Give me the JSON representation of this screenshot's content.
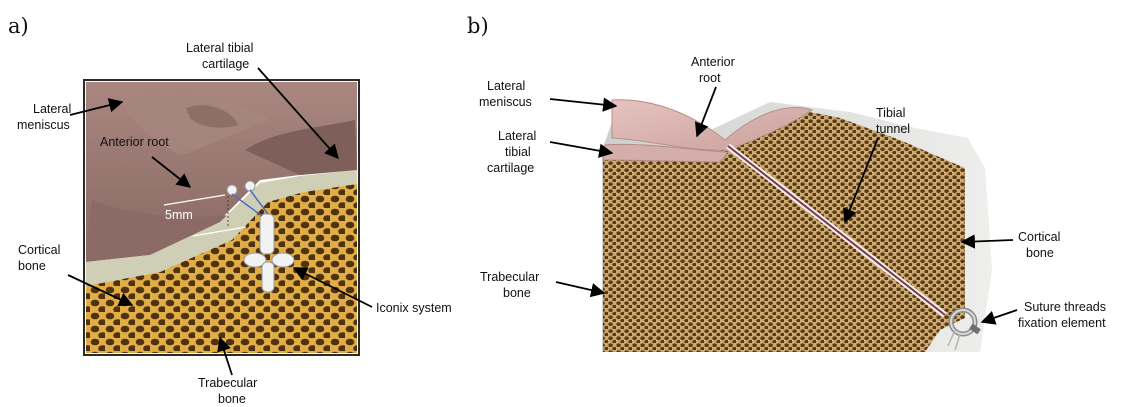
{
  "panel_a": {
    "tag": "a)",
    "labels": {
      "lateral_tibial_cartilage": [
        "Lateral tibial",
        "cartilage"
      ],
      "lateral_meniscus": [
        "Lateral",
        "meniscus"
      ],
      "anterior_root": "Anterior root",
      "measurement": "5mm",
      "cortical_bone": [
        "Cortical",
        "bone"
      ],
      "iconix_system": "Iconix system",
      "trabecular_bone": [
        "Trabecular",
        "bone"
      ]
    }
  },
  "panel_b": {
    "tag": "b)",
    "labels": {
      "anterior_root": [
        "Anterior",
        "root"
      ],
      "lateral_meniscus": [
        "Lateral",
        "meniscus"
      ],
      "tibial_tunnel": [
        "Tibial",
        "tunnel"
      ],
      "lateral_tibial_cartilage": [
        "Lateral",
        "tibial",
        "cartilage"
      ],
      "cortical_bone": [
        "Cortical",
        "bone"
      ],
      "trabecular_bone": [
        "Trabecular",
        "bone"
      ],
      "suture_fixation": [
        "Suture threads",
        "fixation element"
      ]
    }
  },
  "colors": {
    "meniscus": "#9d7b75",
    "cartilage": "#a07f79",
    "cortical": "#cfcfb8",
    "trabecular_a": "#e3b048",
    "trabecular_b": "#c9a66d",
    "pore": "#5a3a12",
    "cortical_b": "#d9d8d6"
  }
}
